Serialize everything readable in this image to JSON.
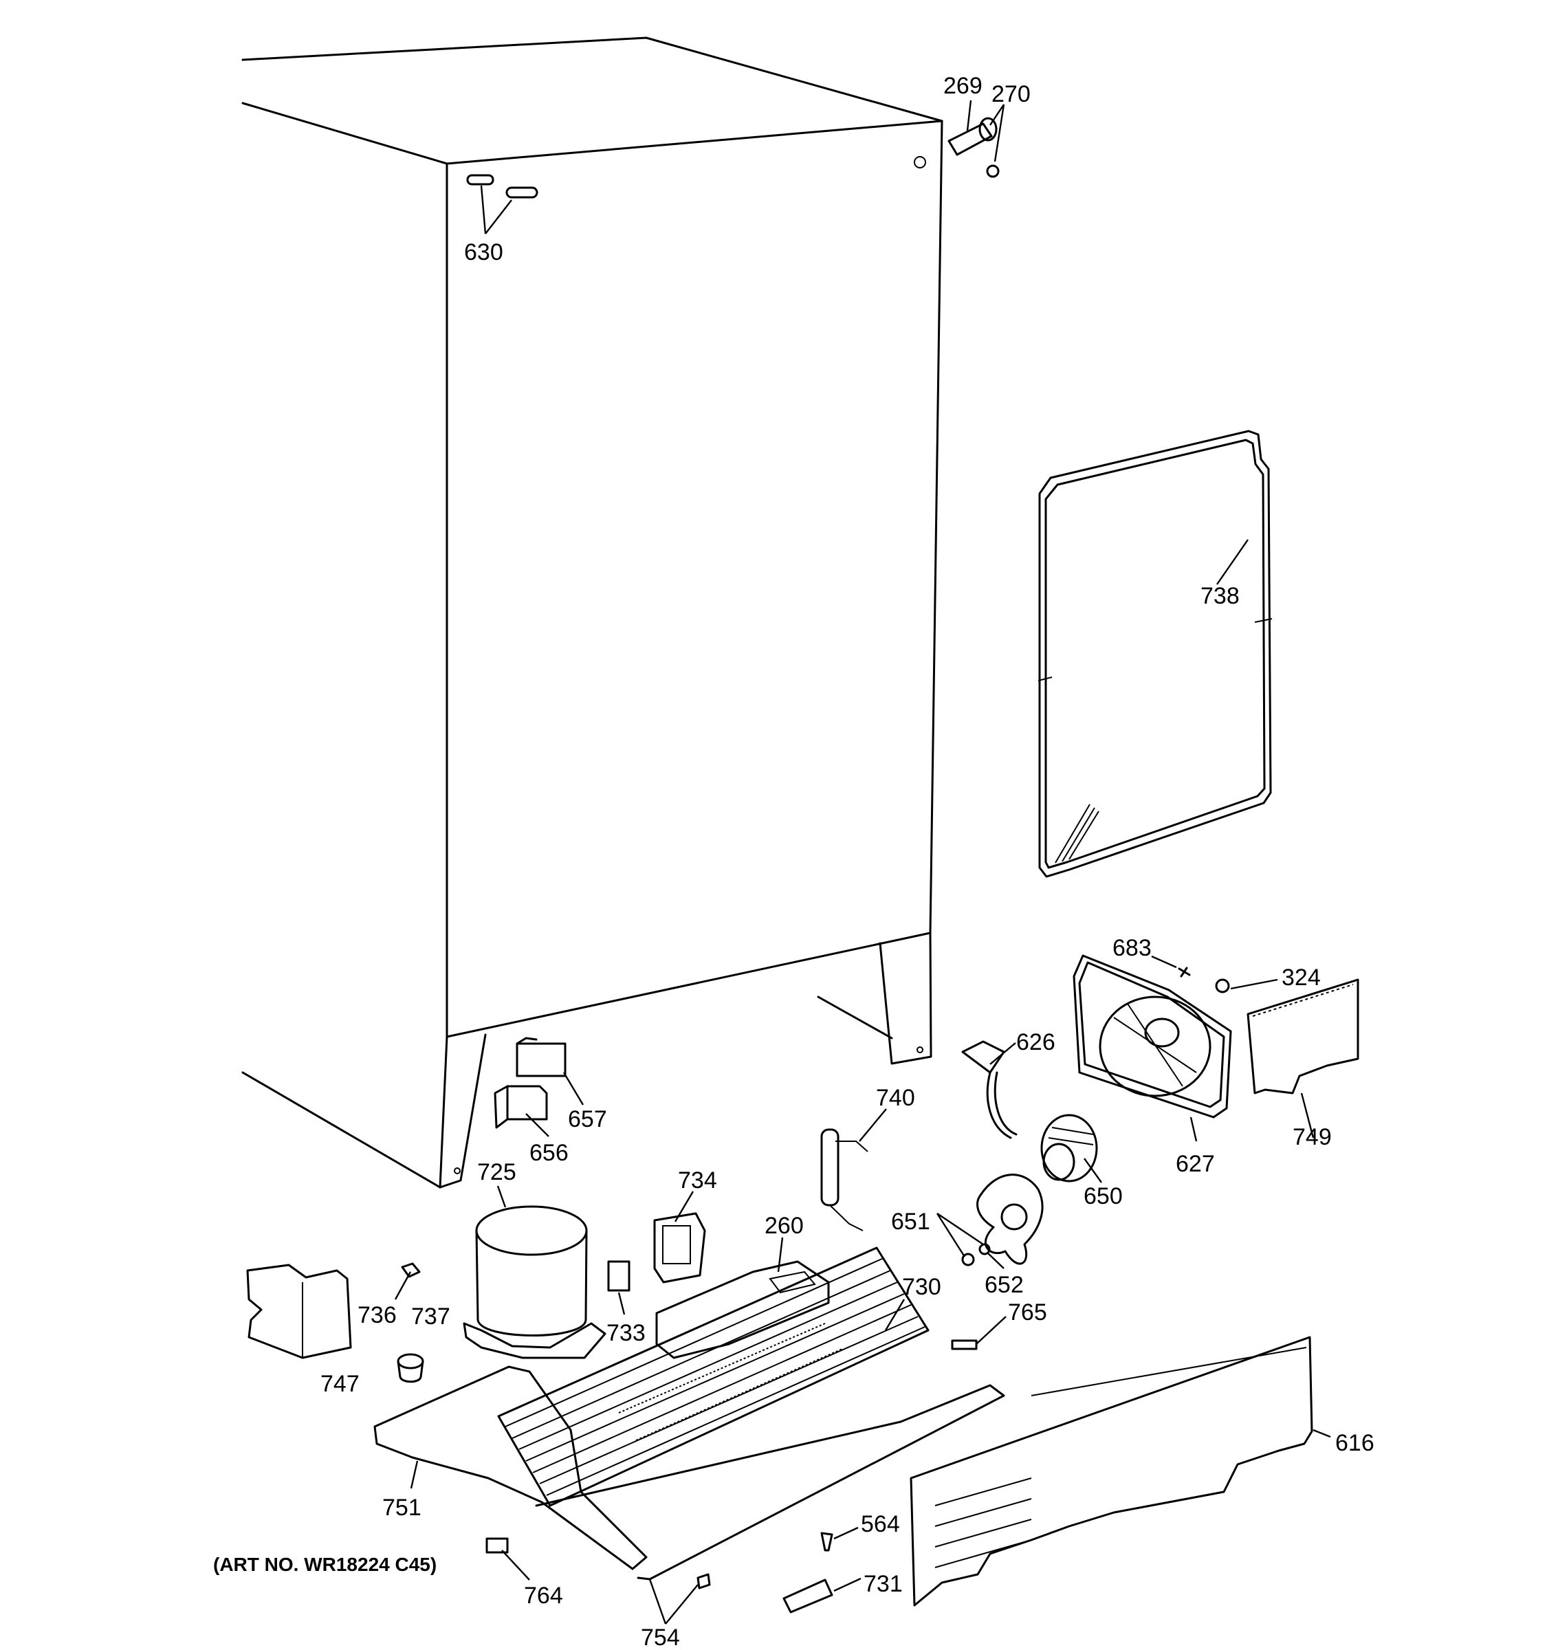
{
  "labels": {
    "p269": "269",
    "p270": "270",
    "p630": "630",
    "p738": "738",
    "p683": "683",
    "p324": "324",
    "p626": "626",
    "p627": "627",
    "p749": "749",
    "p740": "740",
    "p650": "650",
    "p651": "651",
    "p652": "652",
    "p657": "657",
    "p656": "656",
    "p725": "725",
    "p734": "734",
    "p260": "260",
    "p730": "730",
    "p765": "765",
    "p736": "736",
    "p737": "737",
    "p733": "733",
    "p747": "747",
    "p616": "616",
    "p751": "751",
    "p564": "564",
    "p731": "731",
    "p764": "764",
    "p754": "754"
  },
  "caption": "(ART NO. WR18224 C45)"
}
